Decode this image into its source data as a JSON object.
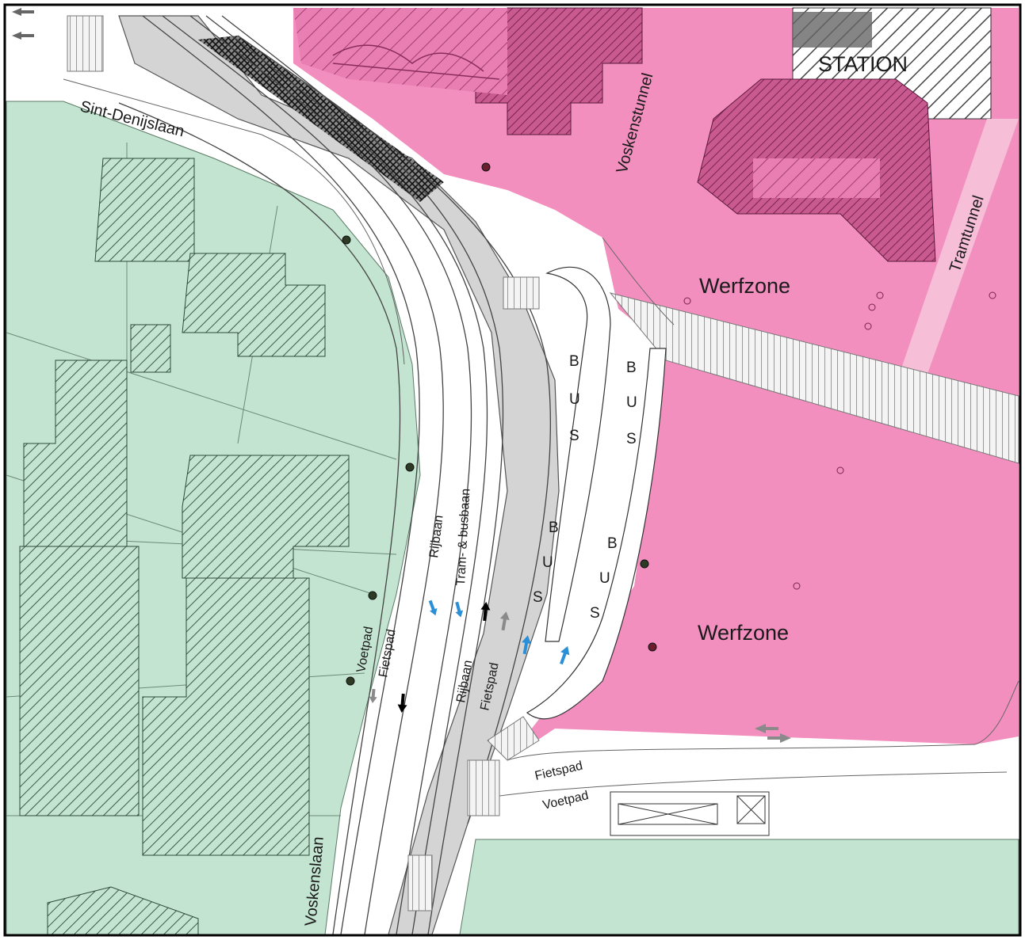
{
  "colors": {
    "background": "#ffffff",
    "green_zone": "#c3e4d1",
    "worksite_pink": "#f28fbe",
    "dark_pink_buildings": "#b6447c",
    "road_grey": "#d4d4d4",
    "bike_arrow_blue": "#2a8fd6",
    "arrow_black": "#000000",
    "arrow_grey": "#8a8a8a",
    "marker_dark_green": "#2d3a24",
    "marker_dark_red": "#6b1f2e"
  },
  "labels": {
    "station": "STATION",
    "voskenstunnel": "Voskenstunnel",
    "tramtunnel": "Tramtunnel",
    "werfzone_top": "Werfzone",
    "werfzone_bottom": "Werfzone",
    "sint_denijslaan": "Sint-Denijslaan",
    "voskenslaan": "Voskenslaan",
    "voetpad_left": "Voetpad",
    "fietspad_left": "Fietspad",
    "rijbaan_left": "Rijbaan",
    "tram_busbaan": "Tram- & busbaan",
    "rijbaan_right": "Rijbaan",
    "fietspad_right": "Fietspad",
    "fietspad_bottom": "Fietspad",
    "voetpad_bottom": "Voetpad",
    "bus_stops": [
      [
        "B",
        "U",
        "S"
      ],
      [
        "B",
        "U",
        "S"
      ],
      [
        "B",
        "U",
        "S"
      ],
      [
        "B",
        "U",
        "S"
      ]
    ]
  },
  "icons": {
    "tree_marker": "dark-dot-icon",
    "lamp_marker": "small-circle-icon",
    "direction_arrow": "arrow-icon"
  }
}
